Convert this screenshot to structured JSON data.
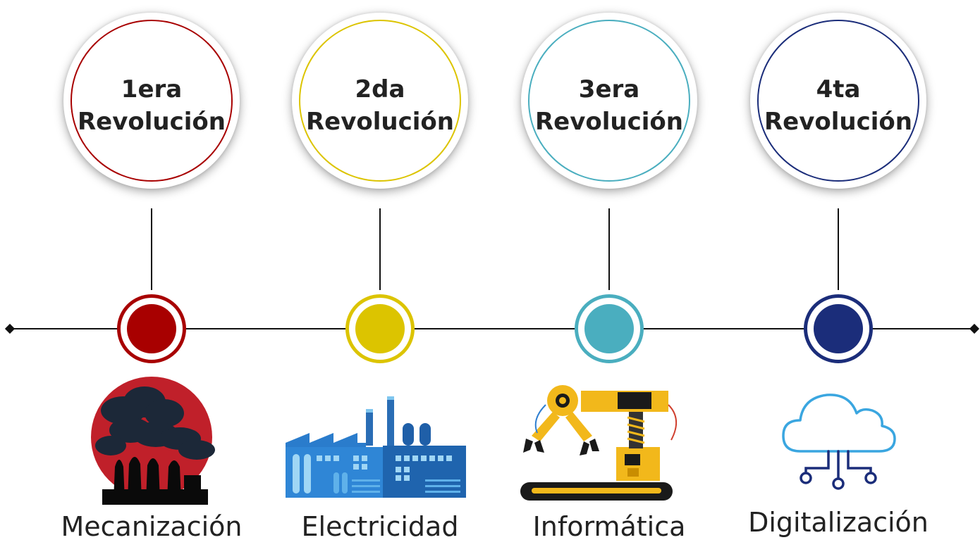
{
  "stages": [
    {
      "title_line1": "1era",
      "title_line2": "Revolución",
      "caption": "Mecanización",
      "color": "#a80000",
      "icon": "factory-smoke-icon"
    },
    {
      "title_line1": "2da",
      "title_line2": "Revolución",
      "caption": "Electricidad",
      "color": "#dcc400",
      "icon": "industrial-plant-icon"
    },
    {
      "title_line1": "3era",
      "title_line2": "Revolución",
      "caption": "Informática",
      "color": "#4aaebf",
      "icon": "robotic-arm-icon"
    },
    {
      "title_line1": "4ta",
      "title_line2": "Revolución",
      "caption": "Digitalización",
      "color": "#1b2d7a",
      "icon": "cloud-network-icon"
    }
  ]
}
